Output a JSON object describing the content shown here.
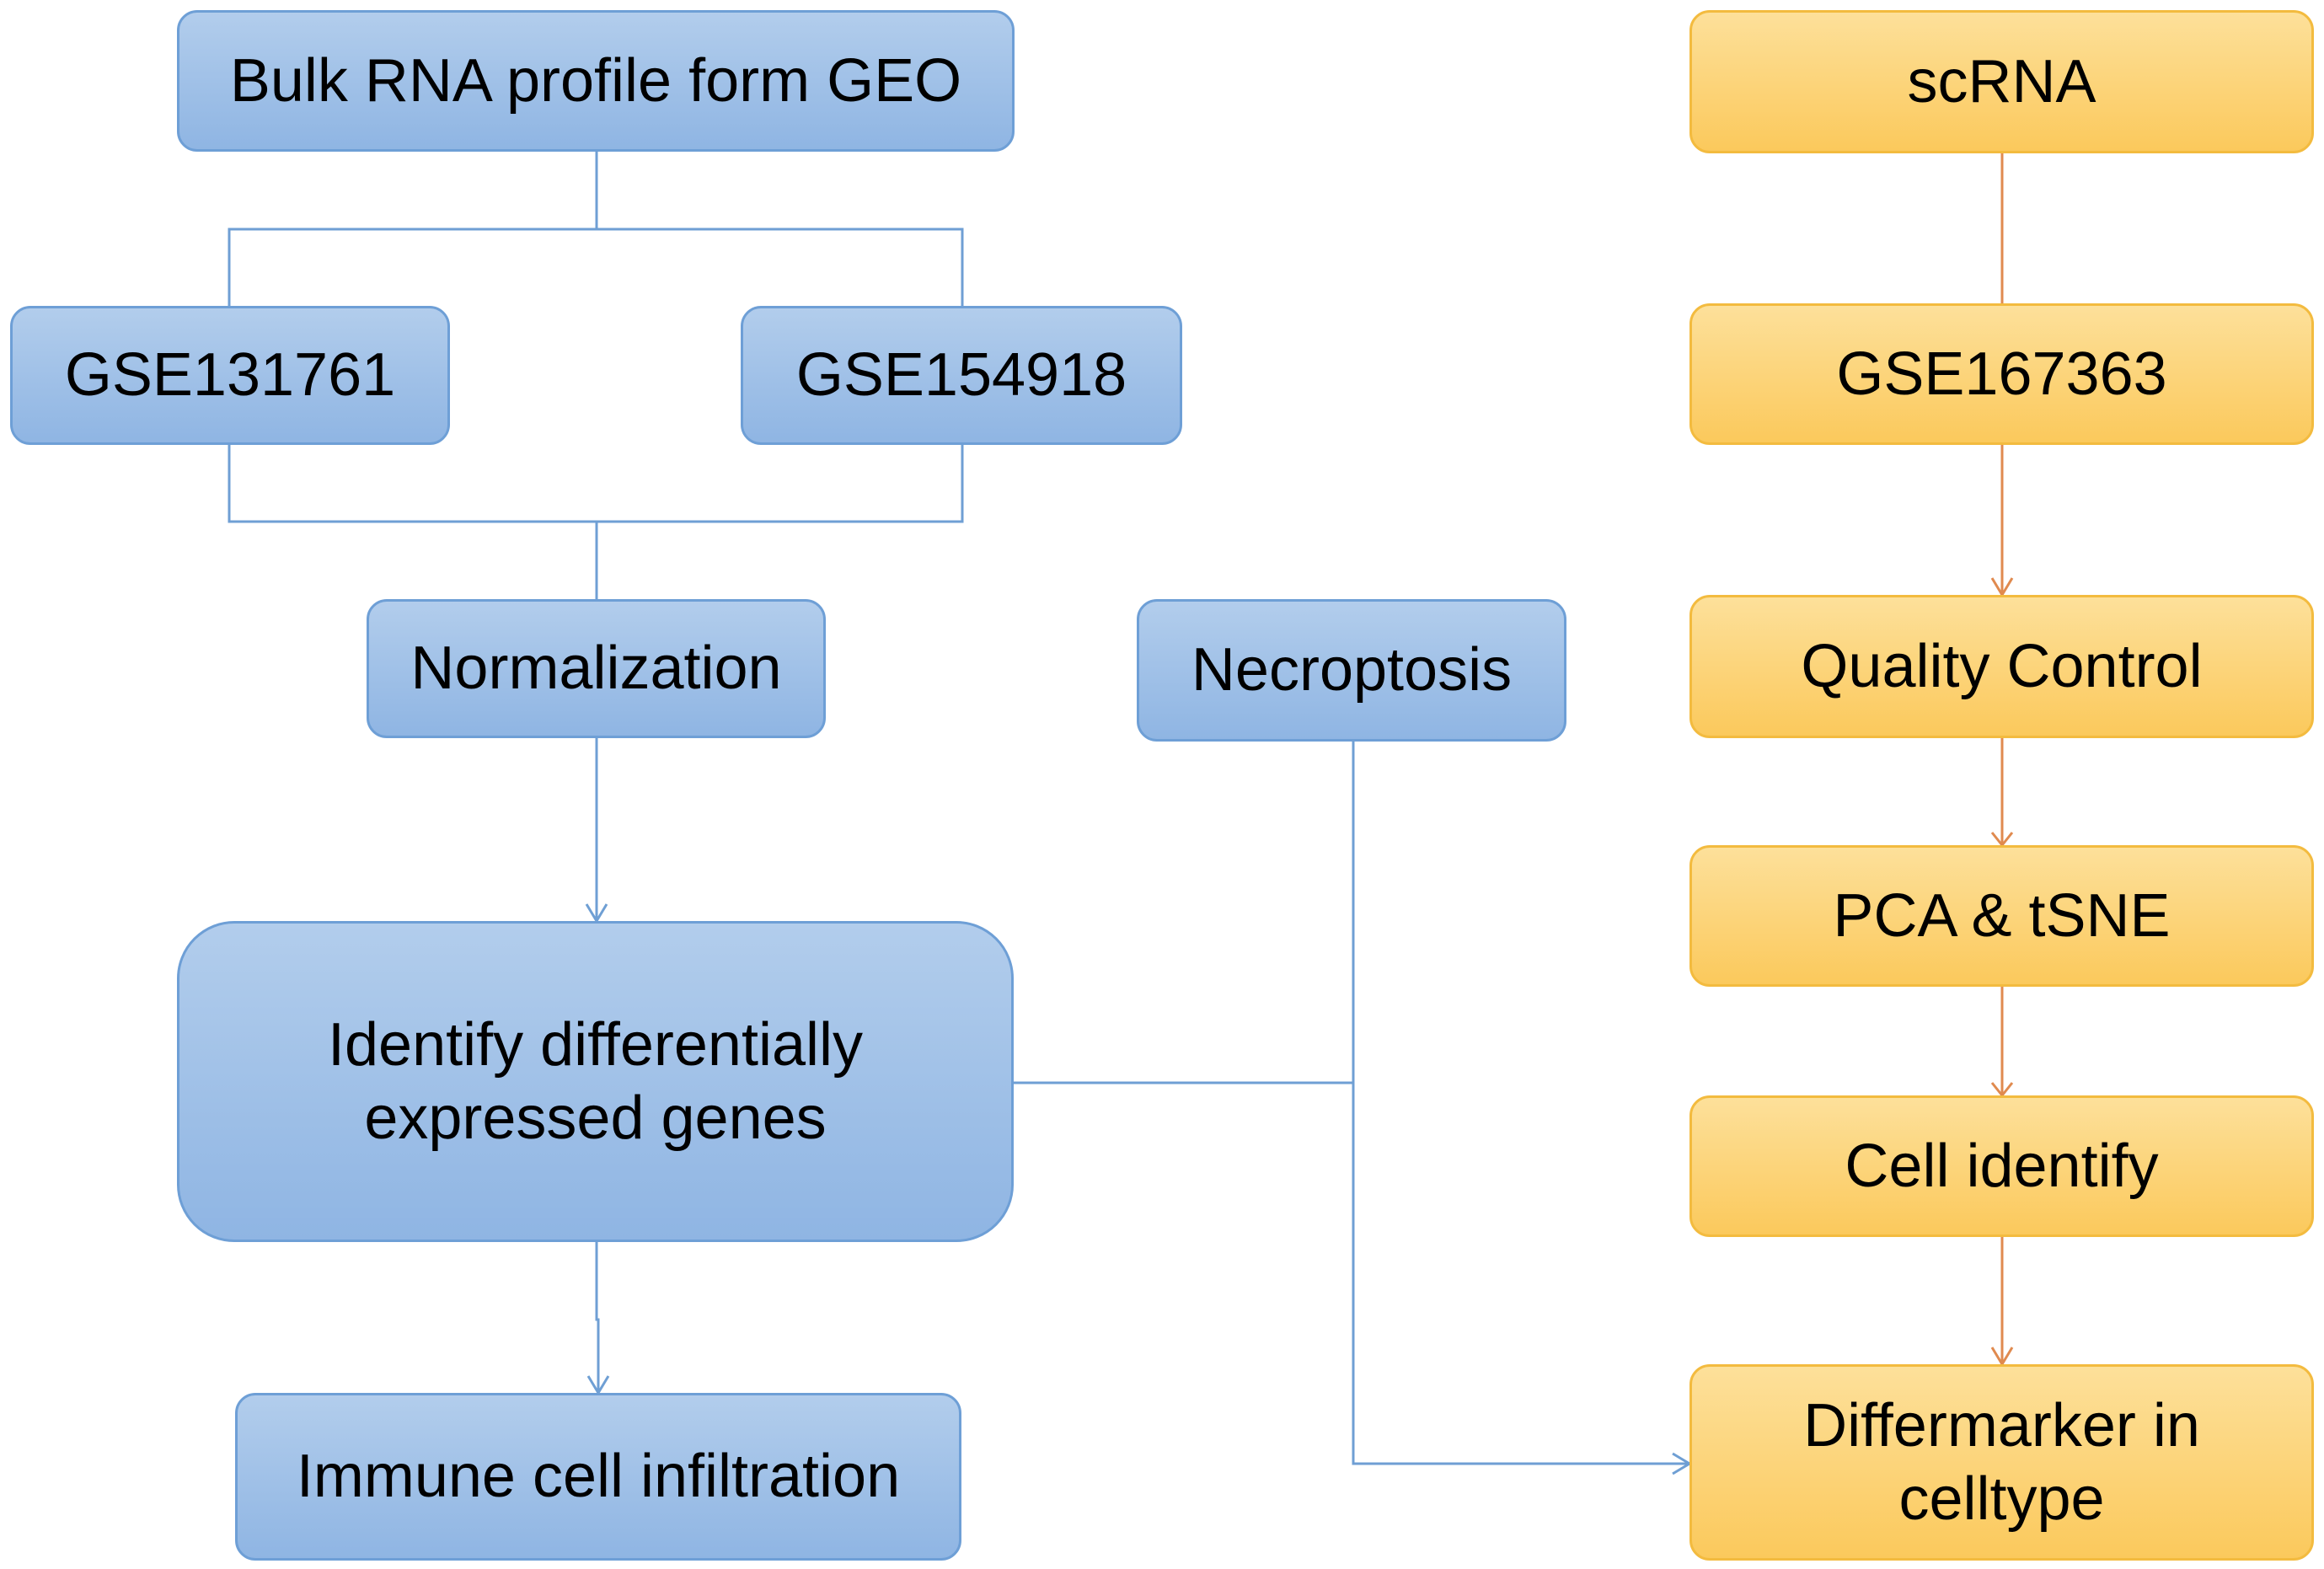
{
  "colors": {
    "blue_box_top": "#b2cdec",
    "blue_box_bottom": "#8fb5e3",
    "blue_border": "#6e9fd6",
    "blue_line": "#6f9fd4",
    "orange_box_top": "#fde09a",
    "orange_box_bottom": "#fbc95c",
    "orange_border": "#f3bb3f",
    "orange_line": "#e08a4f"
  },
  "nodes": {
    "bulk_rna": "Bulk RNA profile form GEO",
    "gse131761": "GSE131761",
    "gse154918": "GSE154918",
    "normalization": "Normalization",
    "necroptosis": "Necroptosis",
    "identify_degs": "Identify differentially\nexpressed genes",
    "immune_infiltration": "Immune cell infiltration",
    "scrna": "scRNA",
    "gse167363": "GSE167363",
    "quality_control": "Quality Control",
    "pca_tsne": "PCA & tSNE",
    "cell_identify": "Cell identify",
    "differmarker": "Differmarker in\ncelltype"
  }
}
